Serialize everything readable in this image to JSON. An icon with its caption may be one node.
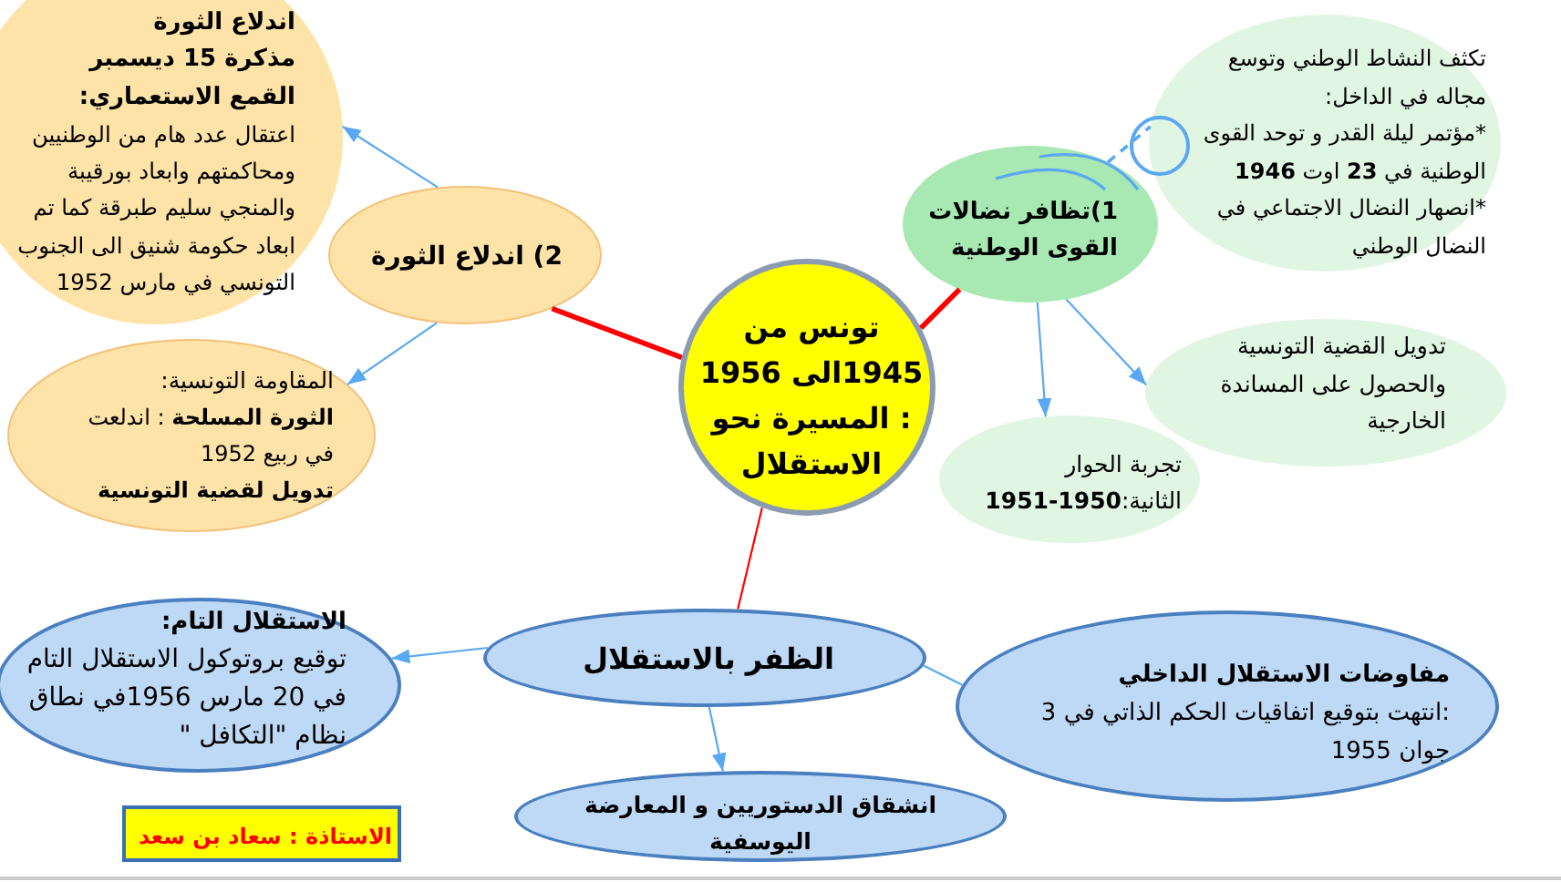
{
  "diagram": {
    "nodes": [
      {
        "text": [
          "اندلاع الثورة",
          "مذكرة 15 ديسمبر",
          "القمع الاستعماري:",
          "اعتقال عدد هام من الوطنيين ومحاكمتهم وابعاد بورقيبة والمنجي سليم طبرقة كما تم ابعاد حكومة شنيق الى الجنوب التونسي في مارس 1952"
        ]
      },
      {
        "text": [
          "2) اندلاع الثورة"
        ]
      },
      {
        "text": [
          "المقاومة التونسية:",
          "**الثورة المسلحة** : اندلعت في ربيع 1952",
          "تدويل لقضية التونسية"
        ]
      },
      {
        "text": [
          "تونس من 1945الى 1956 : المسيرة نحو الاستقلال"
        ]
      },
      {
        "text": [
          "1)تظافر نضالات القوى الوطنية"
        ]
      },
      {
        "text": [
          "تكثف النشاط الوطني وتوسع مجاله في الداخل:",
          "*مؤتمر ليلة القدر و توحد القوى الوطنية في **23** اوت **1946**",
          "*انصهار النضال الاجتماعي في النضال الوطني"
        ]
      },
      {
        "text": [
          "تدويل القضية التونسية والحصول على المساندة الخارجية"
        ]
      },
      {
        "text": [
          "تجربة الحوار الثانية:**1950-1951**"
        ]
      },
      {
        "text": [
          "الظفر بالاستقلال"
        ]
      },
      {
        "text": [
          "الاستقلال التام:",
          "توقيع بروتوكول الاستقلال التام في 20 مارس 1956في نطاق نظام \"التكافل \""
        ]
      },
      {
        "text": [
          "مفاوضات الاستقلال الداخلي",
          ":انتهت بتوقيع اتفاقيات الحكم الذاتي في 3 جوان 1955"
        ]
      },
      {
        "text": [
          "انشقاق الدستوريين و المعارضة اليوسفية"
        ]
      },
      {
        "text": [
          "الاستاذة : سعاد بن سعد"
        ]
      }
    ],
    "edges": [
      {
        "from": 3,
        "to": 1,
        "arrow": "none",
        "style": "thick",
        "color": "#ff0000"
      },
      {
        "from": 3,
        "to": 4,
        "arrow": "none",
        "style": "thick",
        "color": "#ff0000"
      },
      {
        "from": 3,
        "to": 8,
        "arrow": "none",
        "color": "#ff0000"
      },
      {
        "from": 1,
        "to": 0,
        "arrow": "to"
      },
      {
        "from": 1,
        "to": 2,
        "arrow": "to"
      },
      {
        "from": 4,
        "to": 5,
        "arrow": "none",
        "style": "dashed"
      },
      {
        "from": 4,
        "to": 7,
        "arrow": "to"
      },
      {
        "from": 4,
        "to": 6,
        "arrow": "to"
      },
      {
        "from": 8,
        "to": 9,
        "arrow": "to"
      },
      {
        "from": 8,
        "to": 11,
        "arrow": "to"
      },
      {
        "from": 8,
        "to": 10,
        "arrow": "none"
      }
    ]
  }
}
